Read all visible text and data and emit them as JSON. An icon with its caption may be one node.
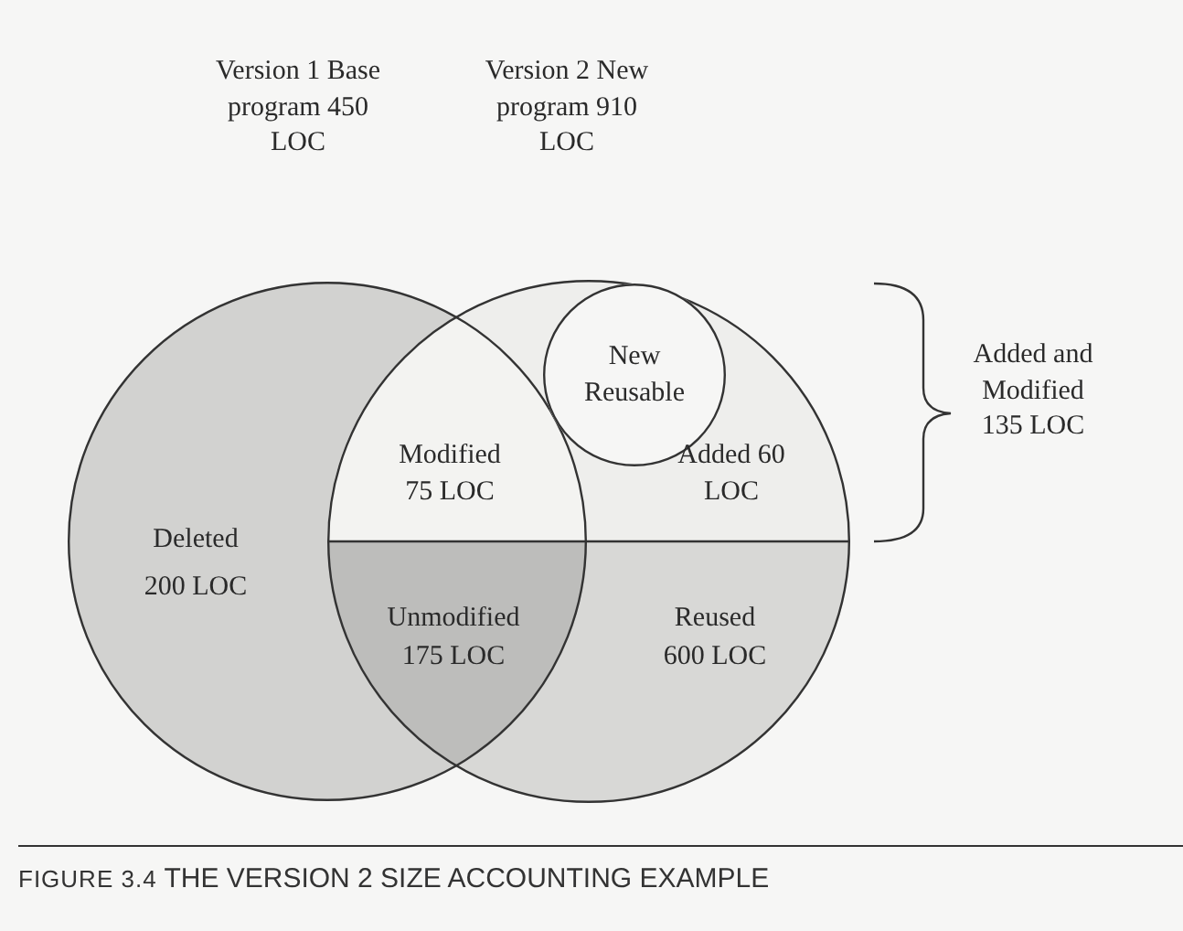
{
  "diagram": {
    "caption": "**FIGURE 3.4** THE VERSION 2 SIZE ACCOUNTING EXAMPLE",
    "nodes": [
      {
        "text": [],
        "shape": "circle"
      },
      {
        "text": [],
        "shape": "circle"
      },
      {
        "text": [
          "New Reusable"
        ],
        "in": 1
      }
    ],
    "labels": [
      "Version 1 Base program 450 LOC",
      "Version 2 New program 910 LOC",
      "Added and Modified 135 LOC",
      "Modified 75 LOC",
      "Added 60 LOC",
      "Deleted 200 LOC",
      "Unmodified 175 LOC",
      "Reused 600 LOC"
    ]
  }
}
